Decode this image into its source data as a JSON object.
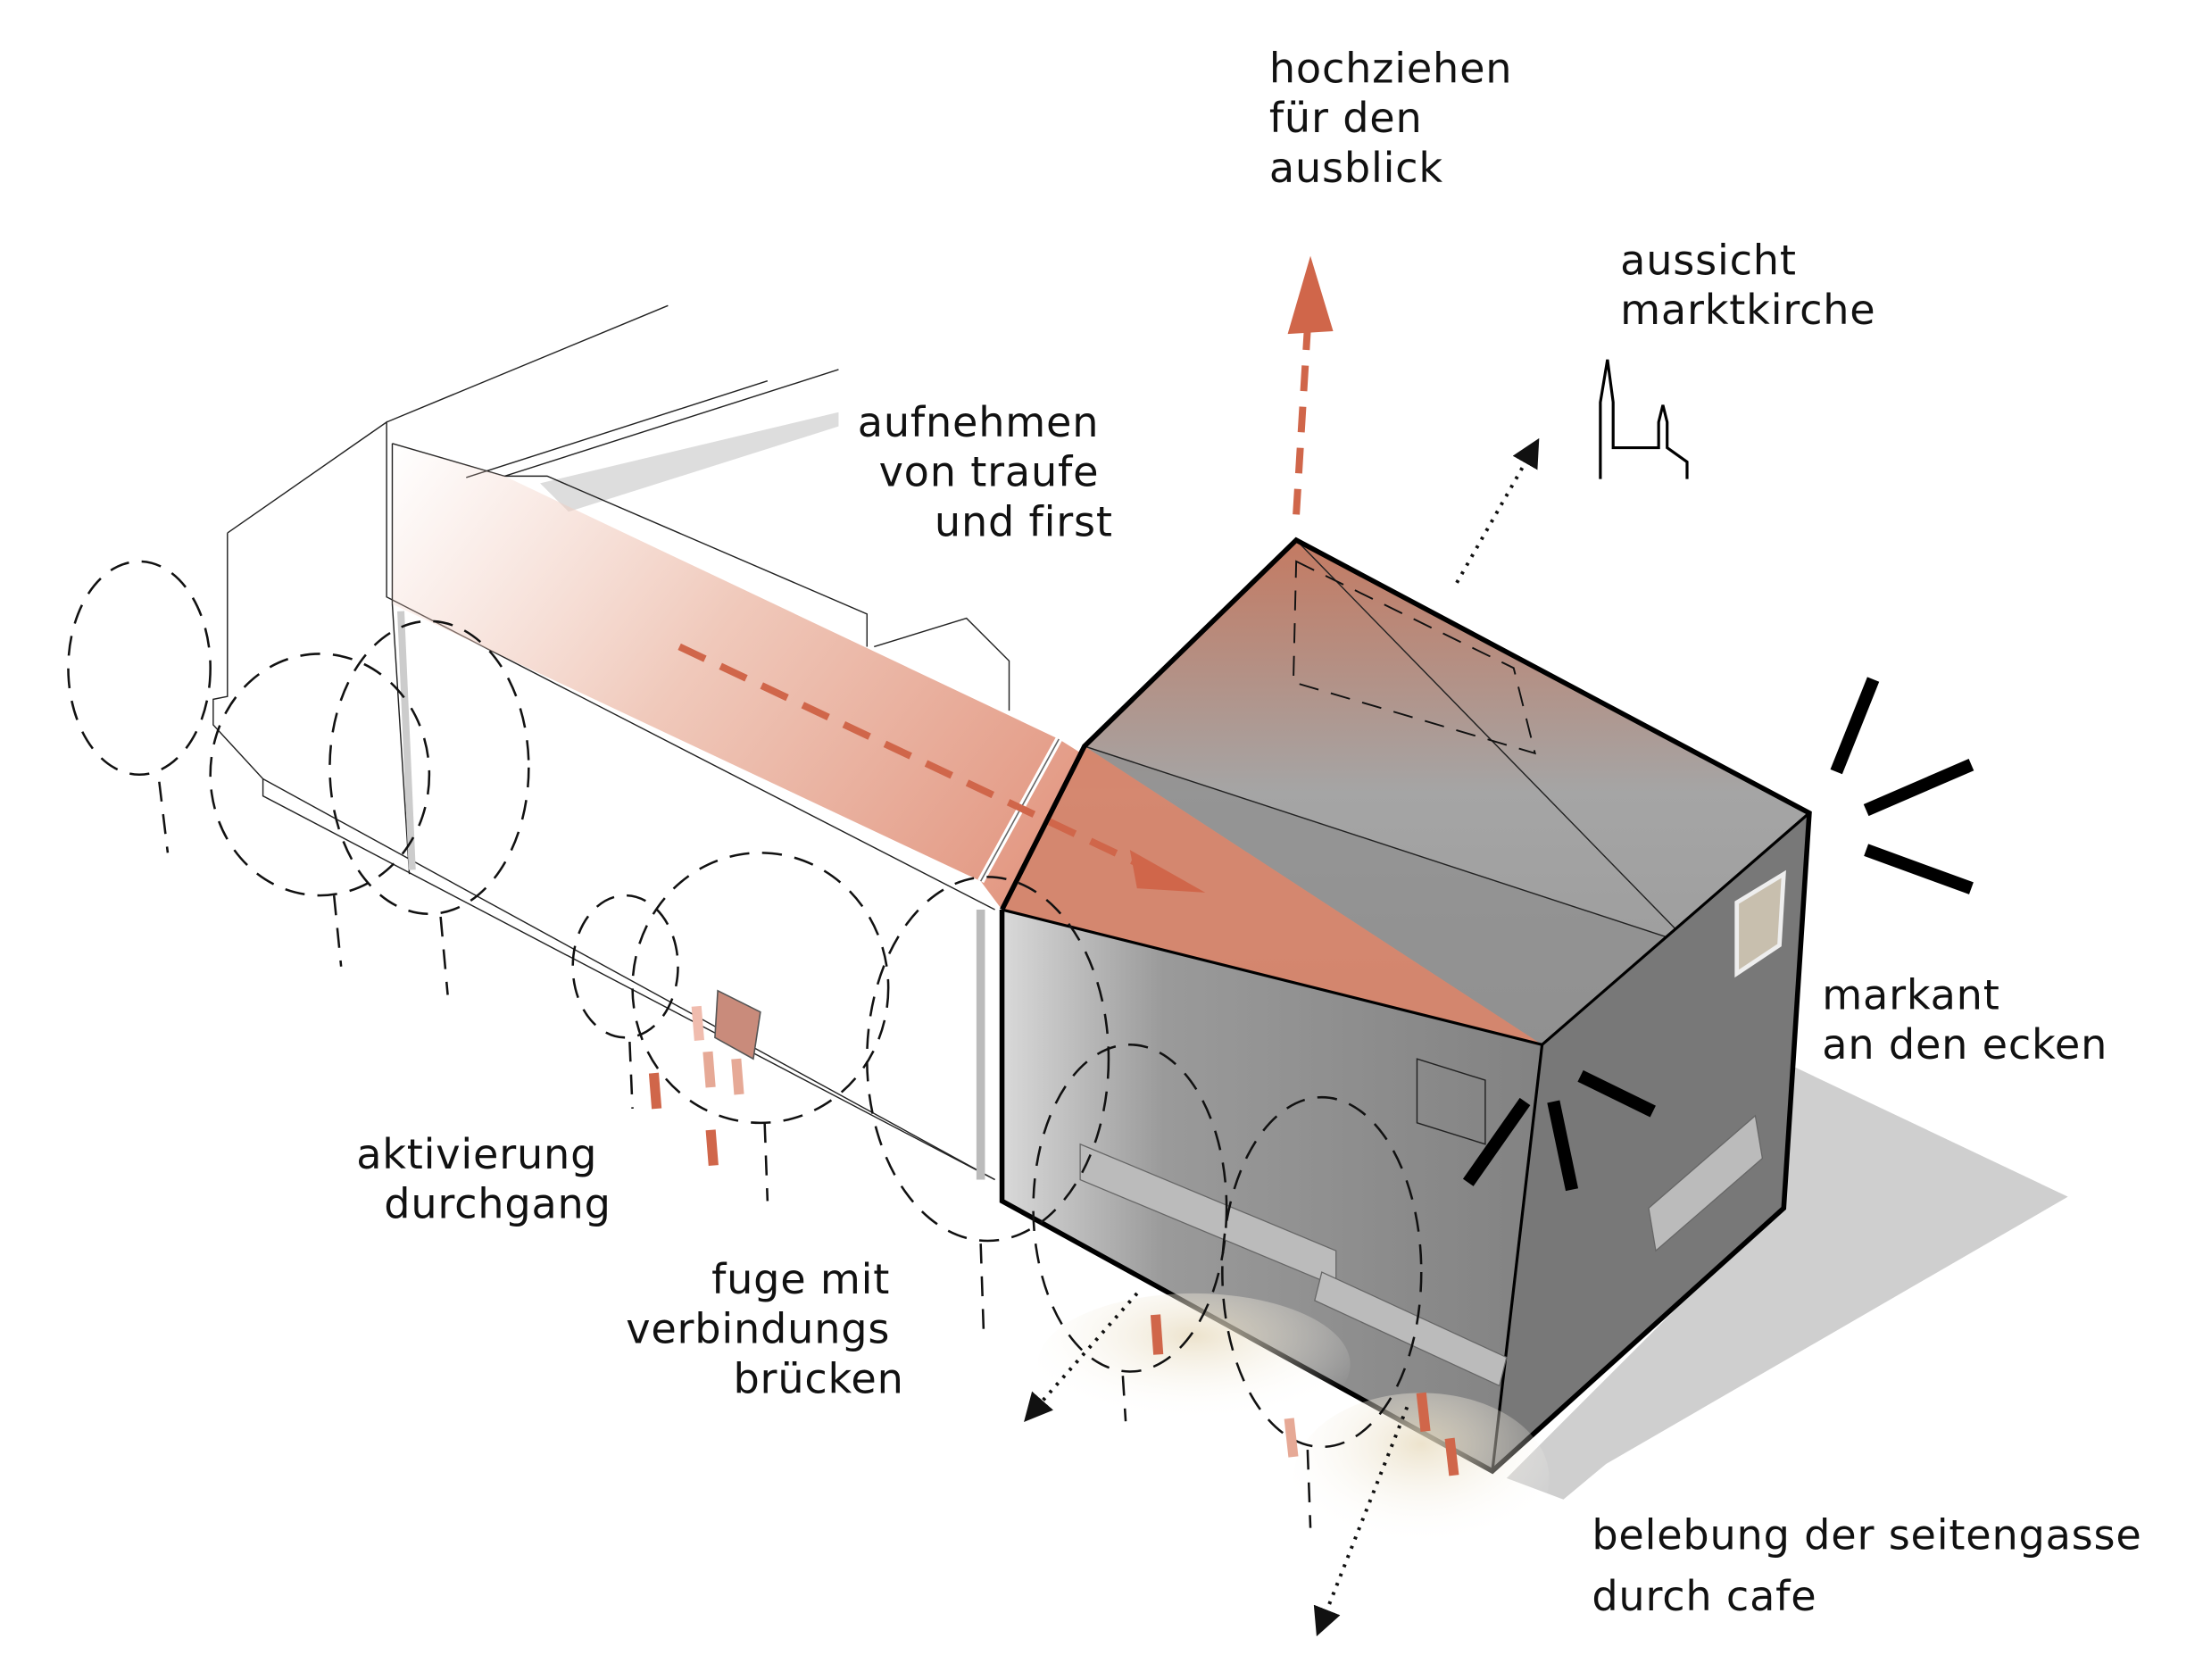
{
  "labels": {
    "hochziehen": [
      "hochziehen",
      "für den",
      "ausblick"
    ],
    "aussicht": [
      "aussicht",
      "marktkirche"
    ],
    "aufnehmen": [
      "aufnehmen",
      "von traufe",
      "und first"
    ],
    "markant": [
      "markant",
      "an den ecken"
    ],
    "aktivierung": [
      "aktivierung",
      "durchgang"
    ],
    "fuge": [
      "fuge mit",
      "verbindungs",
      "brücken"
    ],
    "belebung": [
      "belebung der seitengasse",
      "durch cafe"
    ]
  },
  "colors": {
    "accent": "#d0664a",
    "accent_light": "#f2cfc3",
    "cube_dark": "#7a7a7a",
    "cube_mid": "#999999",
    "shadow": "#cfcfcf"
  }
}
